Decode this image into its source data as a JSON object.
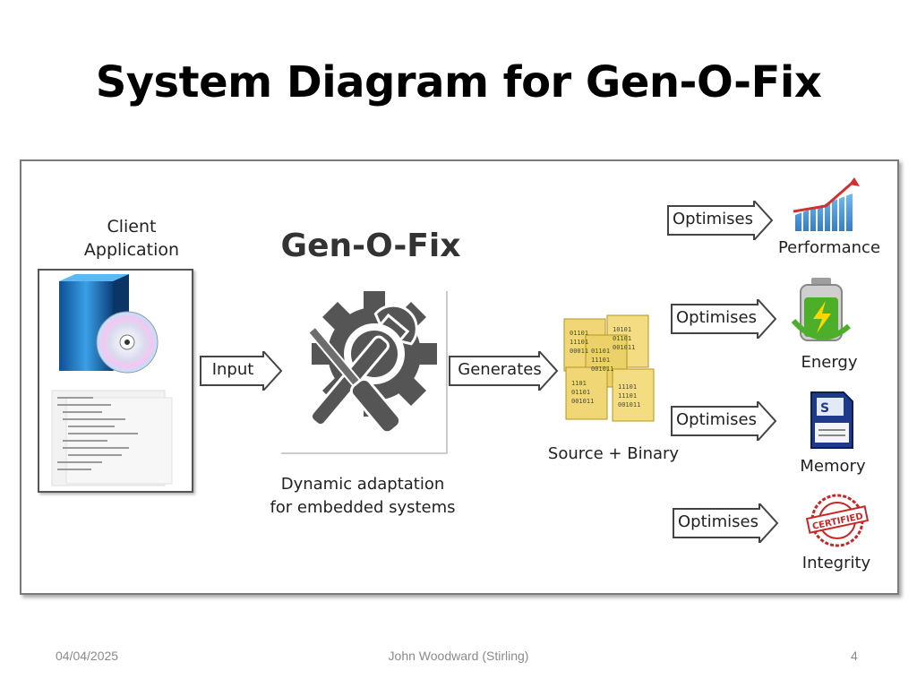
{
  "slide": {
    "title": "System Diagram for Gen-O-Fix"
  },
  "diagram": {
    "client_label": "Client\nApplication",
    "brand": "Gen-O-Fix",
    "input_label": "Input",
    "generates_label": "Generates",
    "gear_caption": "Dynamic adaptation\nfor embedded systems",
    "source_caption": "Source + Binary",
    "optimise_label": "Optimises",
    "targets": [
      {
        "label": "Performance",
        "icon": "performance-chart-icon"
      },
      {
        "label": "Energy",
        "icon": "battery-icon"
      },
      {
        "label": "Memory",
        "icon": "sd-card-icon"
      },
      {
        "label": "Integrity",
        "icon": "certified-stamp-icon"
      }
    ]
  },
  "footer": {
    "date": "04/04/2025",
    "author": "John Woodward (Stirling)",
    "page": "4"
  },
  "colors": {
    "accent_blue": "#1f6fbf",
    "battery_green": "#4caf2a",
    "stamp_red": "#c62828",
    "doc_yellow": "#f0d675",
    "gear_grey": "#555555"
  }
}
